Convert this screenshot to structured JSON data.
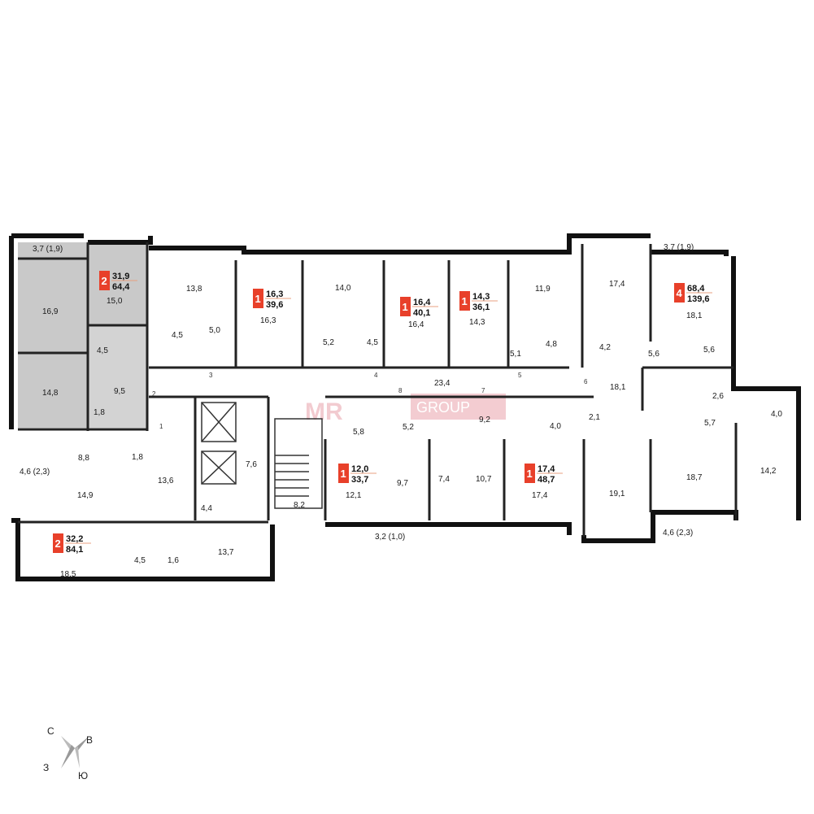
{
  "accent_color": "#e8402a",
  "selected_fill": "#c9c9c9",
  "watermark": {
    "brand": "MR",
    "group": "GROUP"
  },
  "compass": {
    "north": "С",
    "east": "В",
    "west": "З",
    "south": "Ю"
  },
  "apartments": [
    {
      "id": "apt-2-left-top",
      "rooms": "2",
      "living": "31,9",
      "total": "64,4"
    },
    {
      "id": "apt-1-a",
      "rooms": "1",
      "living": "16,3",
      "total": "39,6"
    },
    {
      "id": "apt-1-b",
      "rooms": "1",
      "living": "16,4",
      "total": "40,1"
    },
    {
      "id": "apt-1-c",
      "rooms": "1",
      "living": "14,3",
      "total": "36,1"
    },
    {
      "id": "apt-4",
      "rooms": "4",
      "living": "68,4",
      "total": "139,6"
    },
    {
      "id": "apt-2-left-bottom",
      "rooms": "2",
      "living": "32,2",
      "total": "84,1"
    },
    {
      "id": "apt-1-d",
      "rooms": "1",
      "living": "12,0",
      "total": "33,7"
    },
    {
      "id": "apt-1-e",
      "rooms": "1",
      "living": "17,4",
      "total": "48,7"
    }
  ],
  "room_labels": [
    "3,7 (1,9)",
    "16,9",
    "15,0",
    "4,5",
    "14,8",
    "9,5",
    "1,8",
    "13,8",
    "4,5",
    "5,0",
    "16,3",
    "14,0",
    "5,2",
    "4,5",
    "16,4",
    "14,3",
    "11,9",
    "5,1",
    "4,8",
    "17,4",
    "4,2",
    "3,7 (1,9)",
    "18,1",
    "5,6",
    "5,6",
    "23,4",
    "18,1",
    "2,6",
    "5,7",
    "4,0",
    "8,8",
    "1,8",
    "4,6 (2,3)",
    "14,9",
    "13,6",
    "7,6",
    "5,8",
    "5,2",
    "9,2",
    "4,0",
    "2,1",
    "14,2",
    "4,4",
    "8,2",
    "12,1",
    "9,7",
    "7,4",
    "10,7",
    "17,4",
    "19,1",
    "18,7",
    "18,5",
    "4,5",
    "1,6",
    "13,7",
    "3,2 (1,0)",
    "4,6 (2,3)"
  ],
  "entrance_numbers": [
    "1",
    "2",
    "3",
    "4",
    "5",
    "6",
    "7",
    "8"
  ]
}
